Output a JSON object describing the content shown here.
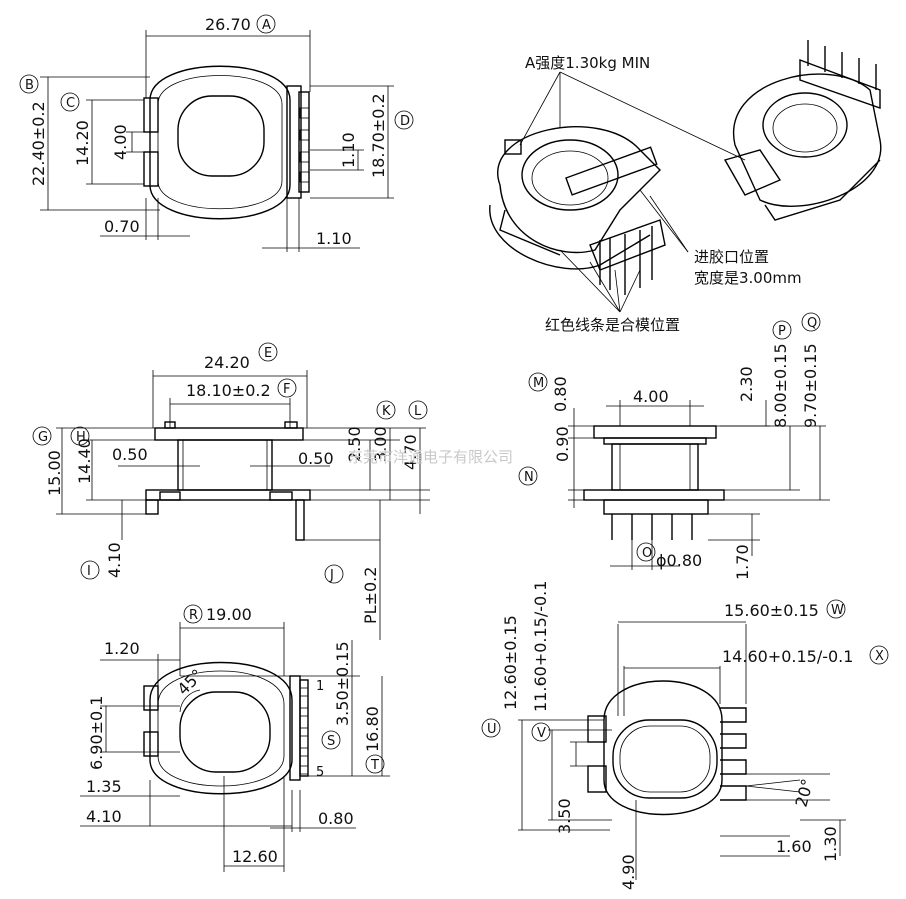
{
  "watermark": "东莞市洋通电子有限公司",
  "annotations": {
    "strength": "A强度1.30kg MIN",
    "gate_position": "进胶口位置",
    "gate_width": "宽度是3.00mm",
    "red_lines": "红色线条是合模位置"
  },
  "callouts": [
    "A",
    "B",
    "C",
    "D",
    "E",
    "F",
    "G",
    "H",
    "I",
    "J",
    "K",
    "L",
    "M",
    "N",
    "O",
    "P",
    "Q",
    "R",
    "S",
    "T",
    "U",
    "V",
    "W",
    "X"
  ],
  "dims": {
    "top_a": "26.70",
    "top_b": "22.40±0.2",
    "top_c": "14.20",
    "top_c2": "4.00",
    "top_d": "18.70±0.2",
    "top_d2": "1.10",
    "top_070": "0.70",
    "top_110": "1.10",
    "mid_e": "24.20",
    "mid_f": "18.10±0.2",
    "mid_g": "15.00",
    "mid_h": "14.40",
    "mid_050a": "0.50",
    "mid_050b": "0.50",
    "mid_k": "2.50",
    "mid_k2": "3.00",
    "mid_l": "4.70",
    "mid_i": "4.10",
    "mid_j": "PL±0.2",
    "right_m": "0.80",
    "right_400": "4.00",
    "right_230": "2.30",
    "right_p": "8.00±0.15",
    "right_q": "9.70±0.15",
    "right_n": "0.90",
    "right_o": "ϕ0.80",
    "right_170": "1.70",
    "bot_r": "19.00",
    "bot_120": "1.20",
    "bot_45": "45°",
    "bot_350": "3.50±0.15",
    "bot_690": "6.90±0.1",
    "bot_1680": "16.80",
    "bot_135": "1.35",
    "bot_410": "4.10",
    "bot_080": "0.80",
    "bot_1260": "12.60",
    "pin1": "1",
    "pin5": "5",
    "br_w": "15.60±0.15",
    "br_x": "14.60+0.15/-0.1",
    "br_u": "12.60±0.15",
    "br_v": "11.60+0.15/-0.1",
    "br_350": "3.50",
    "br_20": "20°",
    "br_160": "1.60",
    "br_130": "1.30",
    "br_490": "4.90"
  }
}
